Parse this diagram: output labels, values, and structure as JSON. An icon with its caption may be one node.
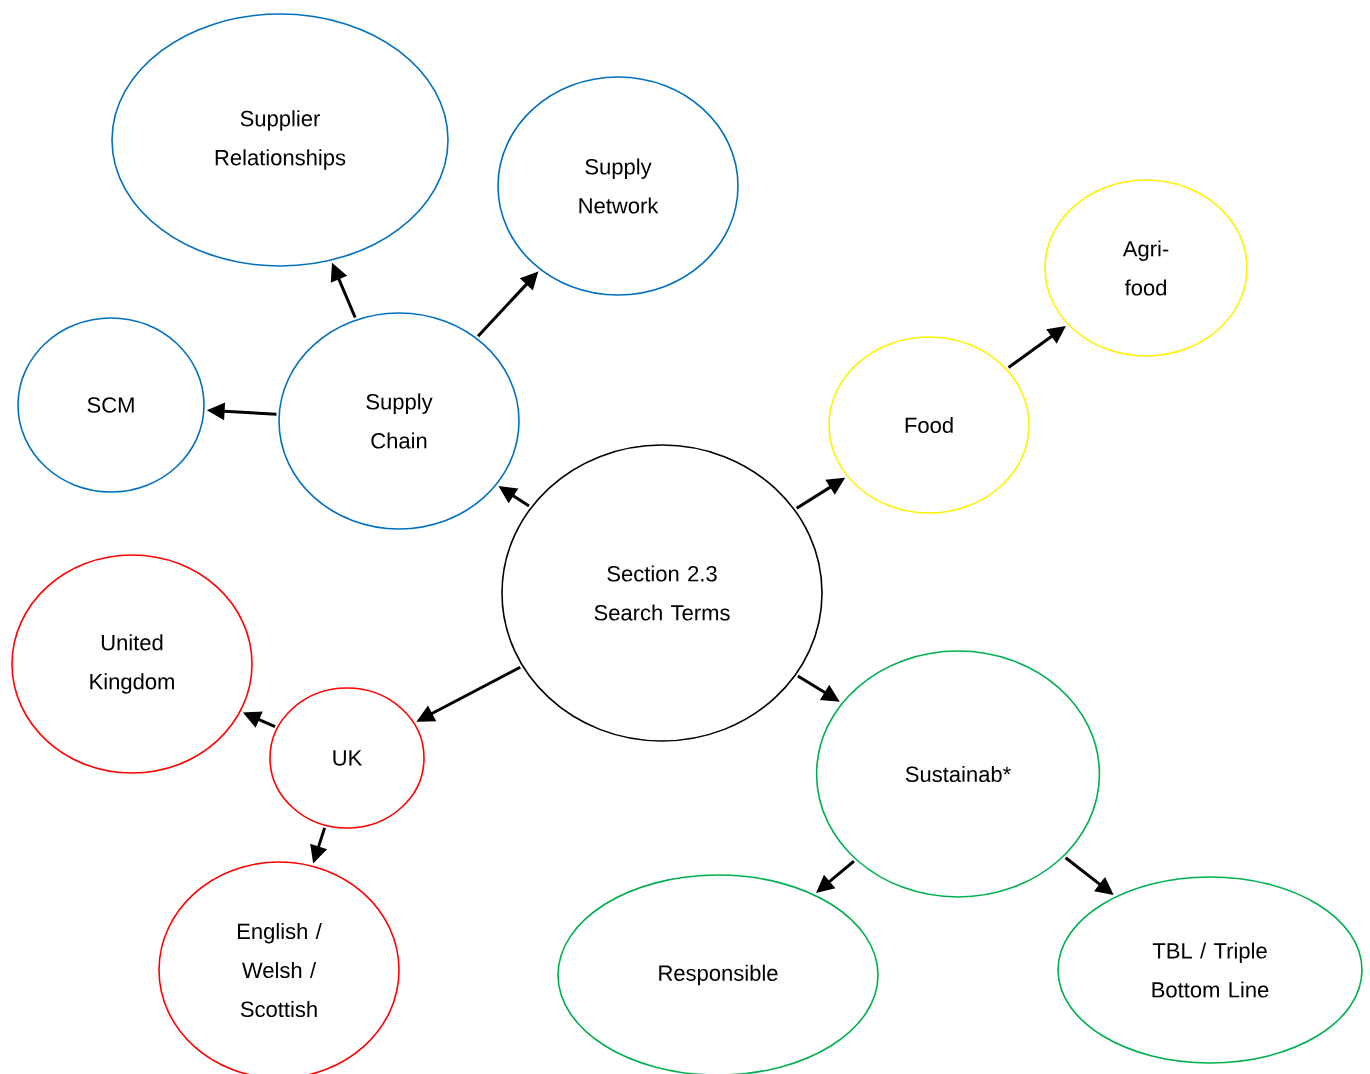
{
  "diagram": {
    "nodes": [
      {
        "text": [
          "Supplier Relationships"
        ]
      },
      {
        "text": [
          "Supply Network"
        ]
      },
      {
        "text": [
          "Agri- food"
        ]
      },
      {
        "text": [
          "SCM"
        ]
      },
      {
        "text": [
          "Supply Chain"
        ]
      },
      {
        "text": [
          "Food"
        ]
      },
      {
        "text": [
          "Section 2.3 Search Terms"
        ]
      },
      {
        "text": [
          "United Kingdom"
        ]
      },
      {
        "text": [
          "UK"
        ]
      },
      {
        "text": [
          "Sustainab*"
        ]
      },
      {
        "text": [
          "English / Welsh / Scottish"
        ]
      },
      {
        "text": [
          "Responsible"
        ]
      },
      {
        "text": [
          "TBL / Triple Bottom Line"
        ]
      }
    ],
    "edges": [
      {
        "from": 6,
        "to": 4,
        "arrow": "to"
      },
      {
        "from": 4,
        "to": 3,
        "arrow": "to"
      },
      {
        "from": 4,
        "to": 0,
        "arrow": "to"
      },
      {
        "from": 4,
        "to": 1,
        "arrow": "to"
      },
      {
        "from": 6,
        "to": 5,
        "arrow": "to"
      },
      {
        "from": 5,
        "to": 2,
        "arrow": "to"
      },
      {
        "from": 6,
        "to": 8,
        "arrow": "to"
      },
      {
        "from": 8,
        "to": 7,
        "arrow": "to"
      },
      {
        "from": 8,
        "to": 10,
        "arrow": "to"
      },
      {
        "from": 6,
        "to": 9,
        "arrow": "to"
      },
      {
        "from": 9,
        "to": 11,
        "arrow": "to"
      },
      {
        "from": 9,
        "to": 12,
        "arrow": "to"
      }
    ]
  }
}
